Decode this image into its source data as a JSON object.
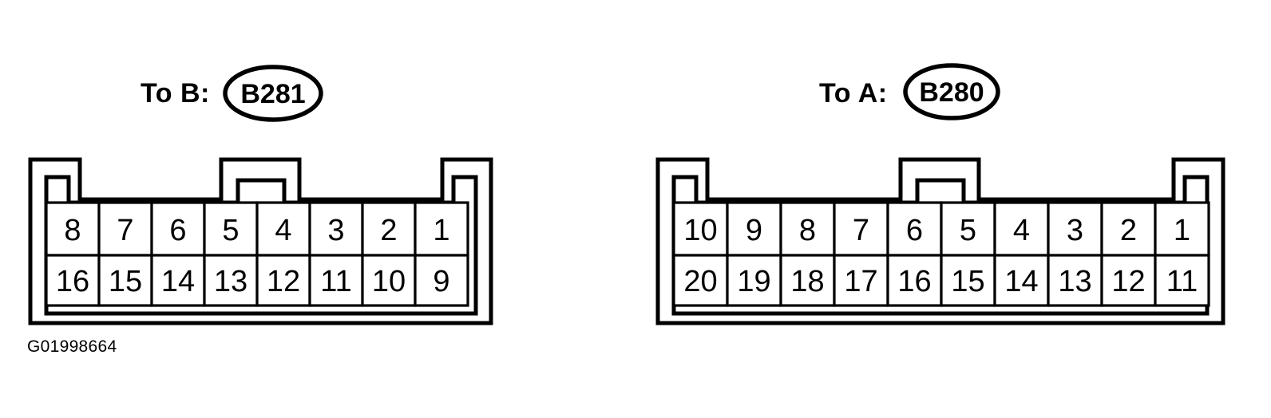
{
  "figure": {
    "code": "G01998664",
    "background_color": "#ffffff",
    "line_color": "#000000"
  },
  "connectors": [
    {
      "id": "left",
      "prefix_label": "To B:",
      "badge": "B281",
      "columns": 8,
      "rows": 2,
      "top_row": [
        "8",
        "7",
        "6",
        "5",
        "4",
        "3",
        "2",
        "1"
      ],
      "bottom_row": [
        "16",
        "15",
        "14",
        "13",
        "12",
        "11",
        "10",
        "9"
      ]
    },
    {
      "id": "right",
      "prefix_label": "To A:",
      "badge": "B280",
      "columns": 10,
      "rows": 2,
      "top_row": [
        "10",
        "9",
        "8",
        "7",
        "6",
        "5",
        "4",
        "3",
        "2",
        "1"
      ],
      "bottom_row": [
        "20",
        "19",
        "18",
        "17",
        "16",
        "15",
        "14",
        "13",
        "12",
        "11"
      ]
    }
  ]
}
